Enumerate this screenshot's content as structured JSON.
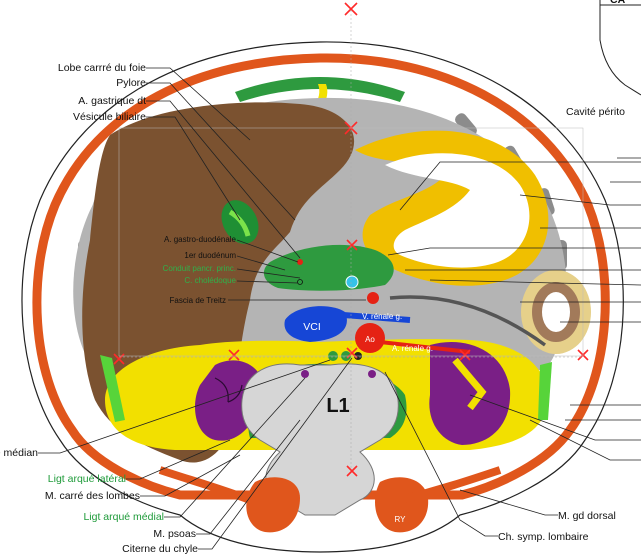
{
  "colors": {
    "liver": "#7b5230",
    "muscle": "#e0561c",
    "peritoneum": "#b4b4b4",
    "pancreas": "#2e9a3f",
    "fat": "#f2e000",
    "stomach": "#f0bf00",
    "kidney": "#7a1f86",
    "vci": "#1646d6",
    "aorta": "#e52214",
    "vertebra": "#d6d6d6",
    "marker": "#ff2a2a"
  },
  "labels": {
    "top_partial": "CA",
    "cavite": "Cavité périto",
    "lobe_carre": "Lobe carrré du foie",
    "pylore": "Pylore",
    "a_gastrique": "A. gastrique dt",
    "vesicule": "Vésicule biliaire",
    "a_gastro_duod": "A. gastro-duodénale",
    "duodenum": "1er duodénum",
    "conduit_pancr": "Conduit pancr. princ.",
    "choledoque": "C. cholédoque",
    "fascia_treitz": "Fascia de Treitz",
    "vci": "VCI",
    "v_renale": "V. rénale g.",
    "aorte": "Ao",
    "a_renale": "A. rénale g.",
    "l1": "L1",
    "ry": "RY",
    "ligt_arque_median": "igt arqué médian",
    "ligt_arque_lateral": "Ligt arqué latéral",
    "m_carre": "M. carré des lombes",
    "ligt_arque_medial": "Ligt arqué médial",
    "m_psoas": "M. psoas",
    "citerne": "Citerne du chyle",
    "m_gd_dorsal": "M. gd dorsal",
    "ch_symp": "Ch. symp. lombaire"
  }
}
